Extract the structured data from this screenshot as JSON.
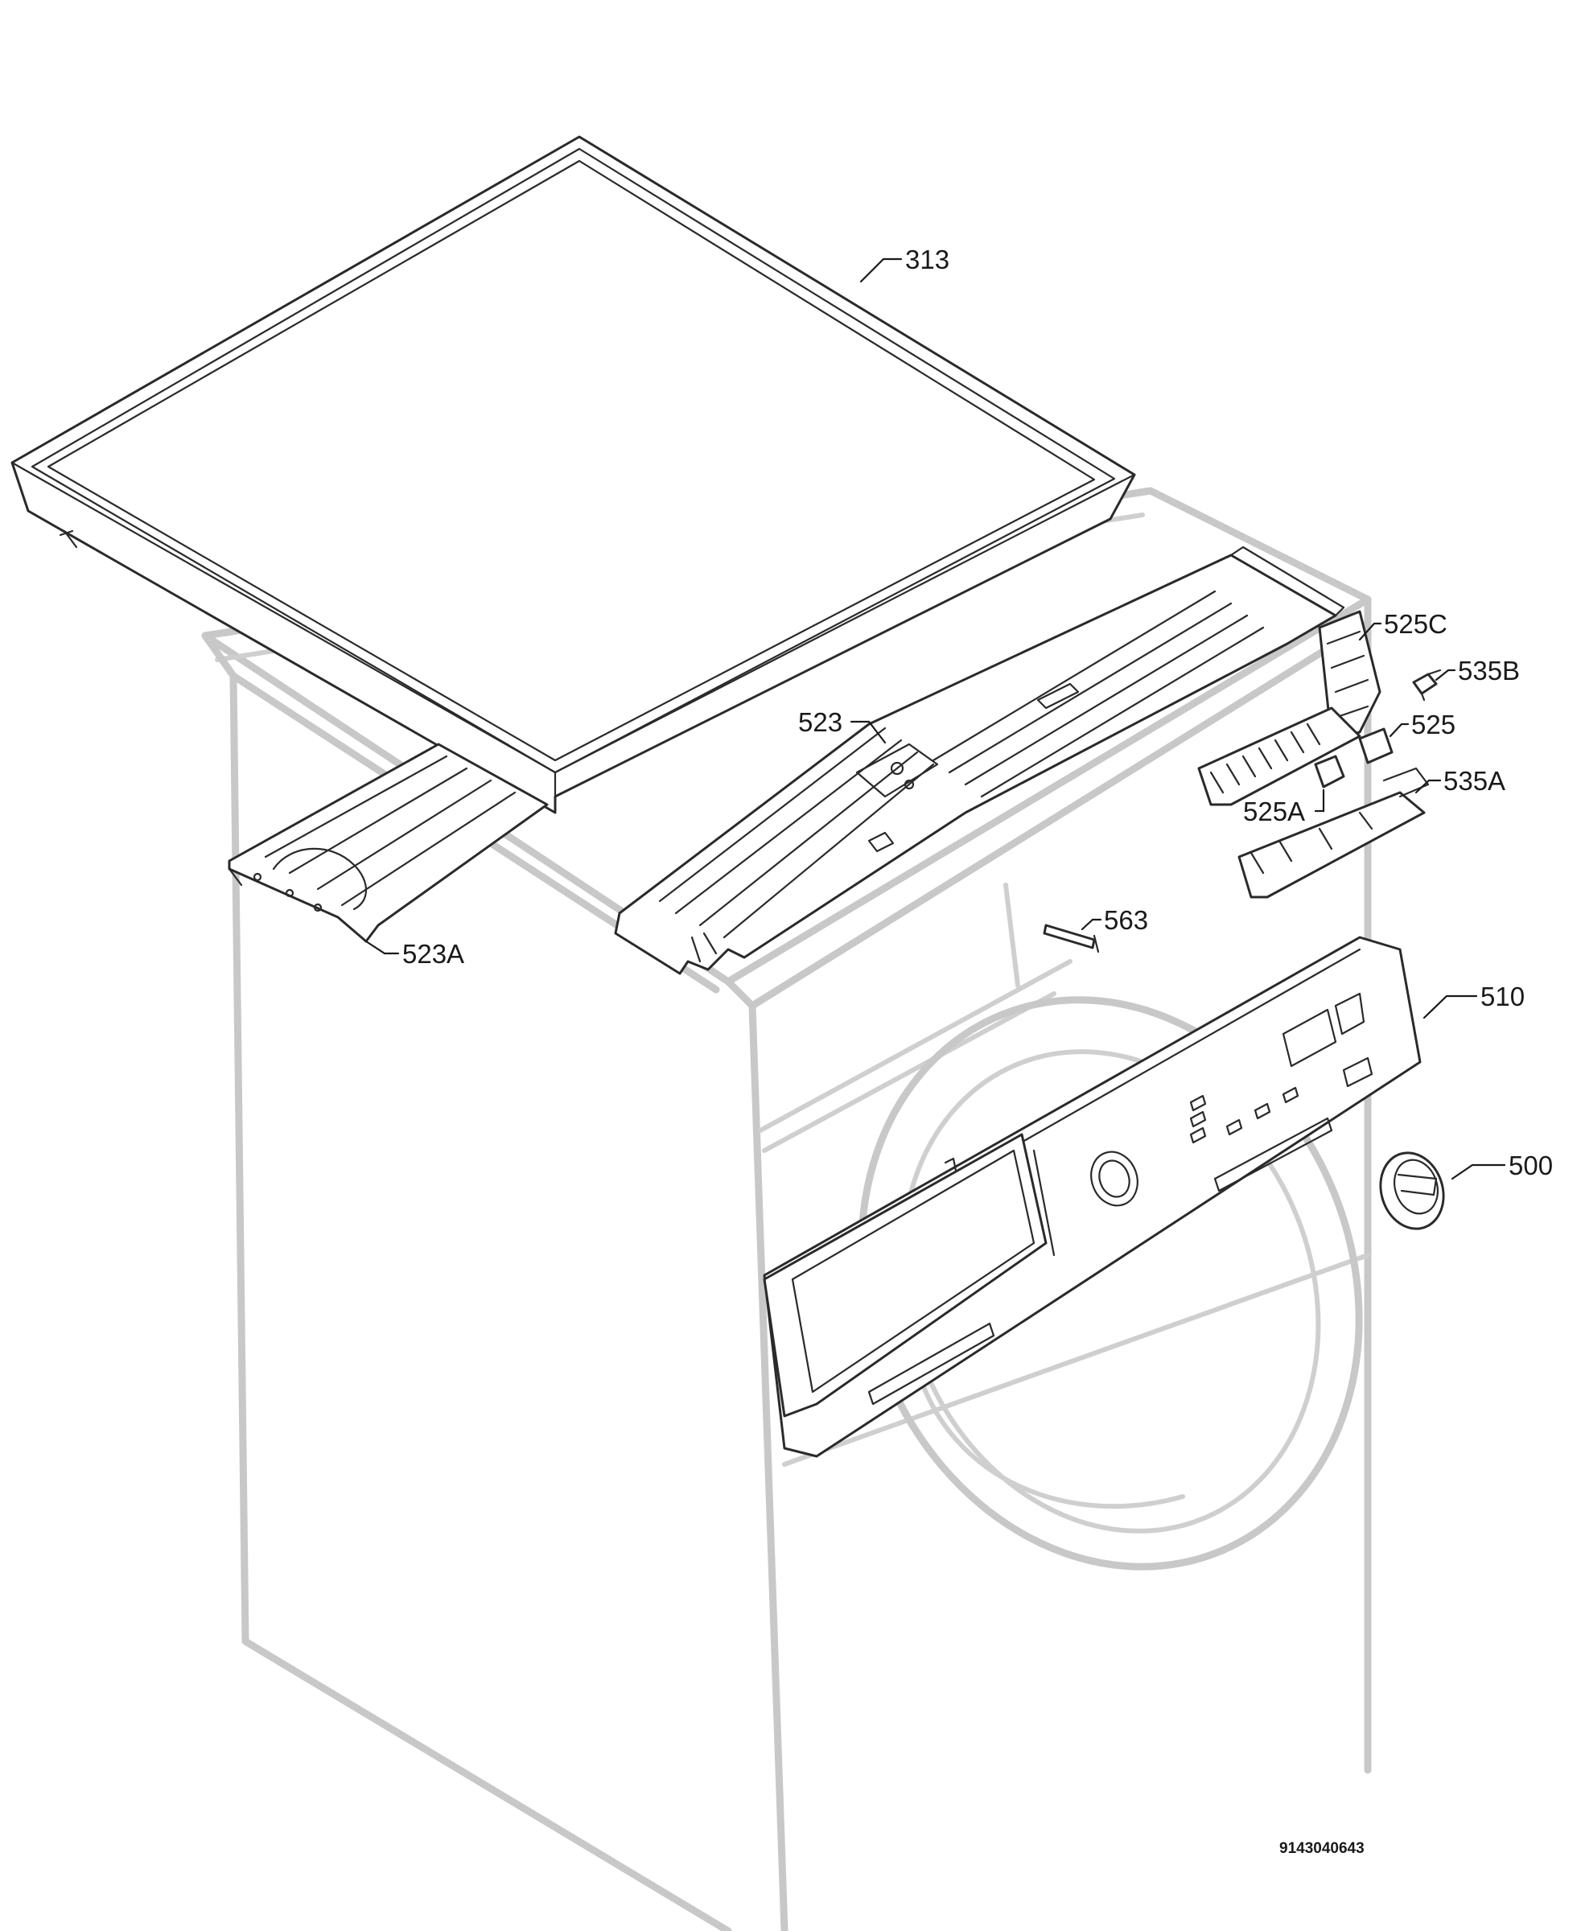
{
  "callouts": {
    "c313": "313",
    "c525c": "525C",
    "c535b": "535B",
    "c523": "523",
    "c525": "525",
    "c535a": "535A",
    "c525a": "525A",
    "c563": "563",
    "c523a": "523A",
    "c510": "510",
    "c500": "500"
  },
  "document_number": "9143040643"
}
